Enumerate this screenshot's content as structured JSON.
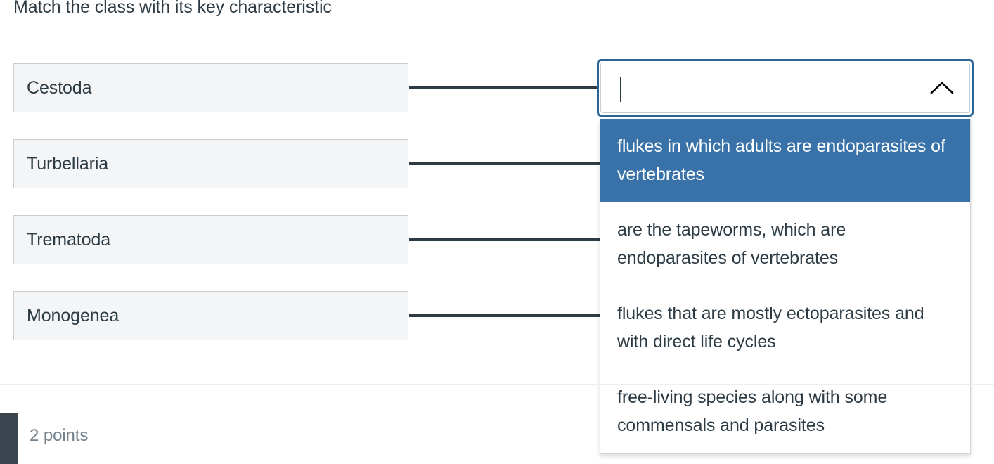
{
  "question": {
    "prompt": "Match the class with its key characteristic",
    "points_label": "2 points"
  },
  "match_terms": [
    {
      "label": "Cestoda"
    },
    {
      "label": "Turbellaria"
    },
    {
      "label": "Trematoda"
    },
    {
      "label": "Monogenea"
    }
  ],
  "combobox": {
    "value": "",
    "placeholder": "",
    "expanded": true,
    "chevron_icon": "chevron-up-icon",
    "caret_visible": true,
    "focus_ring_color": "#2a6496"
  },
  "dropdown": {
    "highlight_color": "#3872a8",
    "options": [
      {
        "text": "flukes in which adults are endoparasites of vertebrates",
        "selected": true
      },
      {
        "text": "are the tapeworms, which are endoparasites of vertebrates",
        "selected": false
      },
      {
        "text": "flukes that are mostly ectoparasites and with direct life cycles",
        "selected": false
      },
      {
        "text": "free-living species along with some commensals and parasites",
        "selected": false
      }
    ]
  },
  "colors": {
    "text": "#2d3b45",
    "muted_text": "#73818c",
    "term_background": "#f4f5f6",
    "term_border": "#c7cdd1",
    "connector": "#2d3b45",
    "points_marker": "#39444e"
  }
}
